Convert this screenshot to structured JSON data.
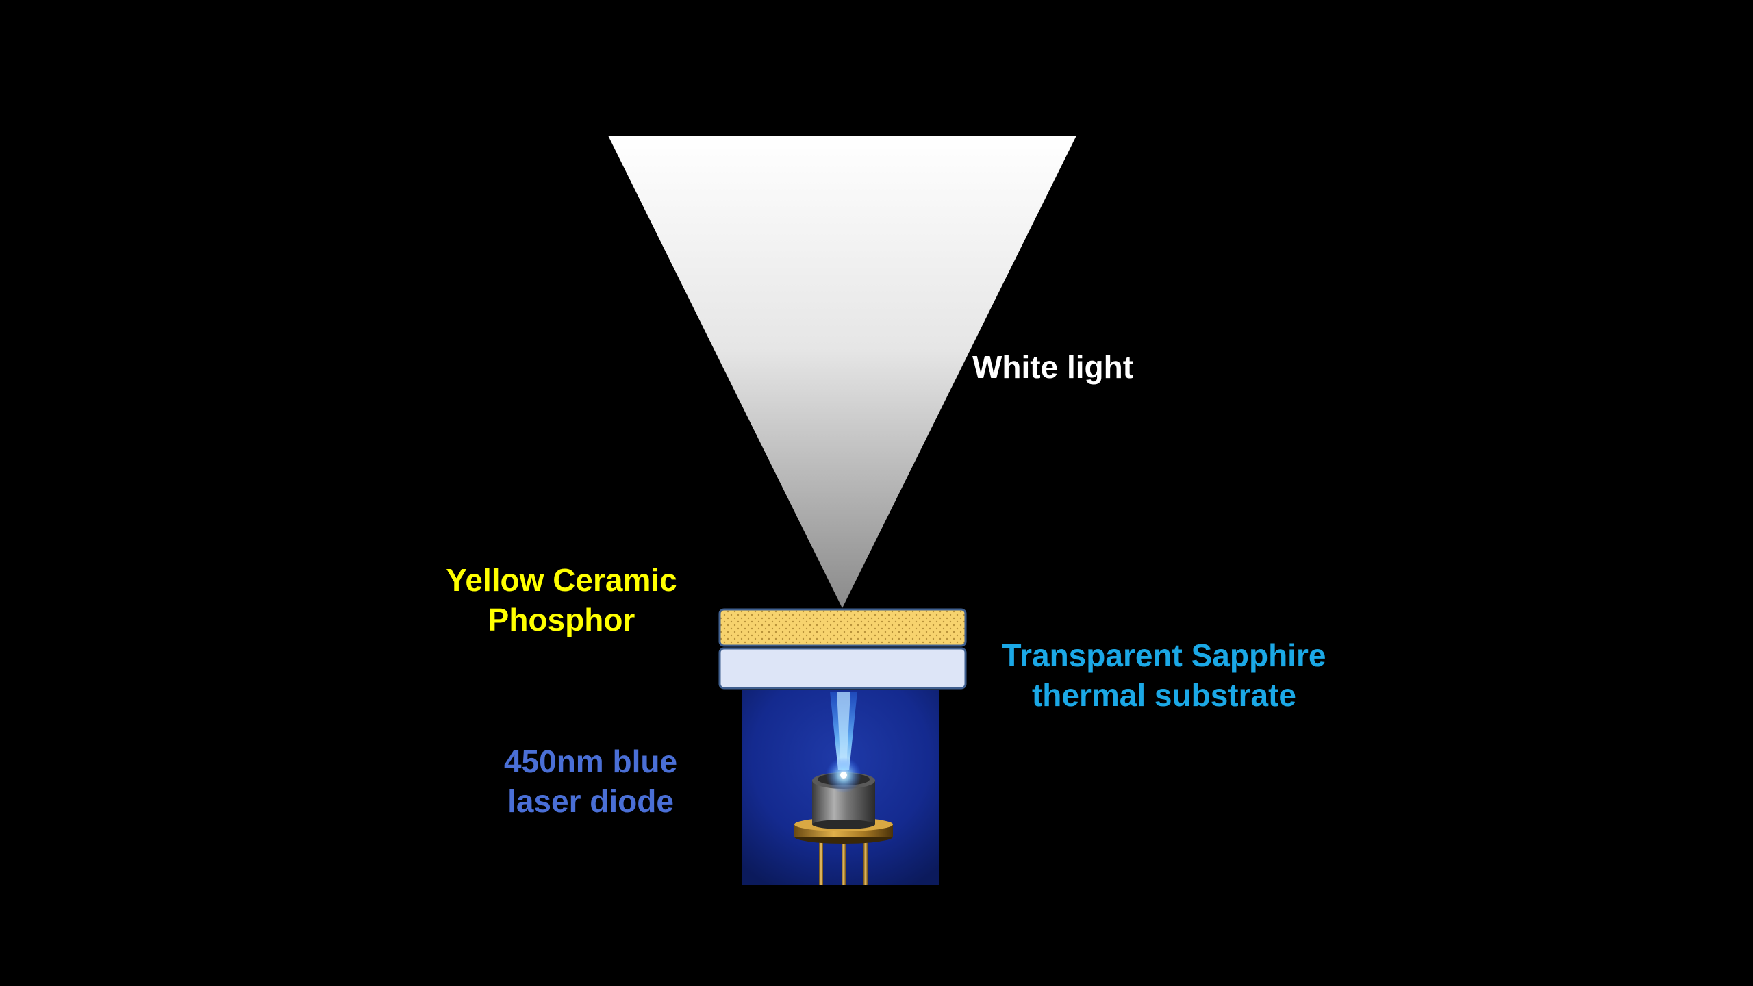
{
  "labels": {
    "white_light": "White light",
    "phosphor": [
      "Yellow Ceramic",
      "Phosphor"
    ],
    "substrate": [
      "Transparent Sapphire",
      "thermal substrate"
    ],
    "laser": [
      "450nm blue",
      "laser diode"
    ]
  },
  "colors": {
    "background": "#000000",
    "white_light_text": "#ffffff",
    "phosphor_text": "#ffff00",
    "substrate_text": "#1ba8e6",
    "laser_text": "#4a6fd6",
    "phosphor_fill": "#f7d36e",
    "substrate_fill": "#dde5f7",
    "layer_border": "#3f5f8f",
    "laser_background": "#142a8f",
    "laser_beam": "#4aa8ff"
  },
  "icons": {
    "beam": "white-light-cone-icon",
    "laser": "laser-diode-can-icon"
  }
}
